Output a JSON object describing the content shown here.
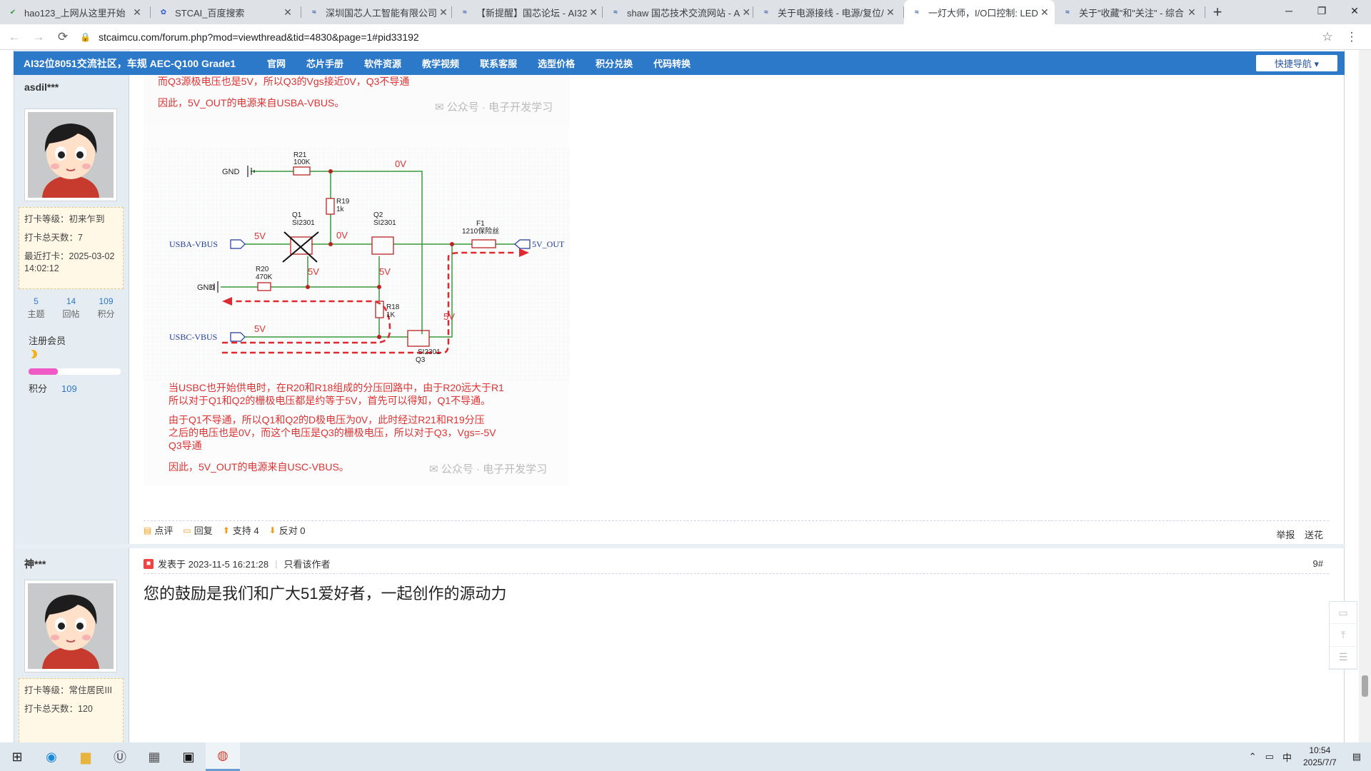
{
  "tabs": [
    {
      "title": "hao123_上网从这里开始",
      "icon": "hao123-icon",
      "active": false
    },
    {
      "title": "STCAI_百度搜索",
      "icon": "baidu-icon",
      "active": false
    },
    {
      "title": "深圳国芯人工智能有限公司",
      "icon": "stc-icon",
      "active": false
    },
    {
      "title": "【新提醒】国芯论坛 - AI32",
      "icon": "stc-icon",
      "active": false
    },
    {
      "title": "shaw 国芯技术交流网站 - A",
      "icon": "stc-icon",
      "active": false
    },
    {
      "title": "关于电源接线 - 电源/复位/",
      "icon": "stc-icon",
      "active": false
    },
    {
      "title": "一灯大师，I/O口控制: LED",
      "icon": "stc-icon",
      "active": true
    },
    {
      "title": "关于\"收藏\"和\"关注\" - 综合",
      "icon": "stc-icon",
      "active": false
    }
  ],
  "address": {
    "url": "stcaimcu.com/forum.php?mod=viewthread&tid=4830&page=1#pid33192"
  },
  "nav": {
    "brand": "AI32位8051交流社区，车规 AEC-Q100 Grade1",
    "links": [
      "官网",
      "芯片手册",
      "软件资源",
      "教学视频",
      "联系客服",
      "选型价格",
      "积分兑换",
      "代码转换"
    ],
    "quick": "快捷导航 ▾"
  },
  "post1": {
    "username": "asdil***",
    "checkin_level": "打卡等级：初来乍到",
    "checkin_days": "打卡总天数：7",
    "last_checkin": "最近打卡：2025-03-02 14:02:12",
    "stats": [
      {
        "num": "5",
        "label": "主题"
      },
      {
        "num": "14",
        "label": "回帖"
      },
      {
        "num": "109",
        "label": "积分"
      }
    ],
    "member": "注册会员",
    "progress": 0.32,
    "score_label": "积分",
    "score_value": "109",
    "actions": {
      "comment": "点评",
      "reply": "回复",
      "support": "支持 4",
      "oppose": "反对 0",
      "report": "举报",
      "gift": "送花"
    }
  },
  "image": {
    "top_text_1": "而Q3源极电压也是5V，所以Q3的Vgs接近0V，Q3不导通",
    "top_text_2": "因此，5V_OUT的电源来自USBA-VBUS。",
    "watermark": "公众号 · 电子开发学习",
    "labels": {
      "gnd": "GND",
      "r21": "R21",
      "r21v": "100K",
      "r19": "R19",
      "r19v": "1k",
      "zero_top": "0V",
      "q1": "Q1",
      "q1p": "SI2301",
      "q2": "Q2",
      "q2p": "SI2301",
      "zero_mid": "0V",
      "f1": "F1",
      "f1p": "1210保险丝",
      "usba": "USBA-VBUS",
      "out": "5V_OUT",
      "v5": "5V",
      "r20": "R20",
      "r20v": "470K",
      "r18": "R18",
      "r18v": "1K",
      "usbc": "USBC-VBUS",
      "q3": "Q3",
      "q3p": "SI2301"
    },
    "bottom_1a": "当USBC也开始供电时，在R20和R18组成的分压回路中，由于R20远大于R1",
    "bottom_1b": "所以对于Q1和Q2的栅极电压都是约等于5V，首先可以得知，Q1不导通。",
    "bottom_2a": "由于Q1不导通，所以Q1和Q2的D极电压为0V，此时经过R21和R19分压",
    "bottom_2b": "之后的电压也是0V，而这个电压是Q3的栅极电压，所以对于Q3，Vgs=-5V",
    "bottom_2c": "Q3导通",
    "bottom_3": "因此，5V_OUT的电源来自USC-VBUS。"
  },
  "post2": {
    "username": "神***",
    "posted": "发表于 2023-11-5 16:21:28",
    "author_only": "只看该作者",
    "floor": "9#",
    "body": "您的鼓励是我们和广大51爱好者，一起创作的源动力",
    "checkin_level": "打卡等级：常住居民III",
    "checkin_days": "打卡总天数：120"
  },
  "taskbar": {
    "ime": "中",
    "time": "10:54",
    "date": "2025/7/7"
  }
}
